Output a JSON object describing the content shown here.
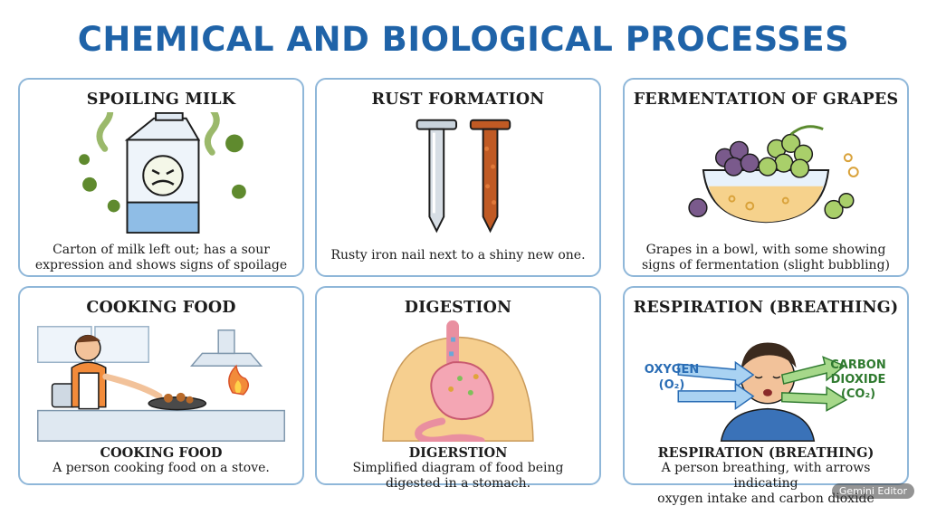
{
  "title": "CHEMICAL AND BIOLOGICAL PROCESSES",
  "cards": [
    {
      "heading": "SPOILING MILK",
      "caption_lines": [
        "Carton of milk left out; has a sour",
        "expression and shows signs of spoilage"
      ],
      "illustration": "milk-carton-icon"
    },
    {
      "heading": "RUST FORMATION",
      "caption_lines": [
        "Rusty iron nail next to a shiny new one."
      ],
      "illustration": "nails-icon"
    },
    {
      "heading": "FERMENTATION OF GRAPES",
      "caption_lines": [
        "Grapes in a bowl, with some showing",
        "signs of fermentation (slight bubbling)"
      ],
      "illustration": "grape-bowl-icon"
    },
    {
      "heading": "COOKING FOOD",
      "caption_title": "COOKING FOOD",
      "caption_lines": [
        "A person cooking food on a stove."
      ],
      "illustration": "cooking-person-icon"
    },
    {
      "heading": "DIGESTION",
      "caption_title": "DIGERSTION",
      "caption_lines": [
        "Simplified diagram of food being",
        "digested in a stomach."
      ],
      "illustration": "stomach-icon"
    },
    {
      "heading": "RESPIRATION (BREATHING)",
      "caption_title": "RESPIRATION (BREATHING)",
      "caption_lines": [
        "A person breathing, with arrows indicating",
        "oxygen intake and carbon dioxide release."
      ],
      "illustration": "breathing-person-icon",
      "labels": {
        "oxygen": "OXYGEN",
        "oxygen_formula": "(O₂)",
        "co2_line1": "CARBON",
        "co2_line2": "DIOXIDE",
        "co2_formula": "(CO₂)"
      }
    }
  ],
  "watermark": "Gemini Editor",
  "colors": {
    "title": "#1f63a8",
    "card_border": "#8fb7d9",
    "oxygen": "#2a6db5",
    "carbon_dioxide": "#2f7a2f",
    "rust": "#c05a24"
  }
}
